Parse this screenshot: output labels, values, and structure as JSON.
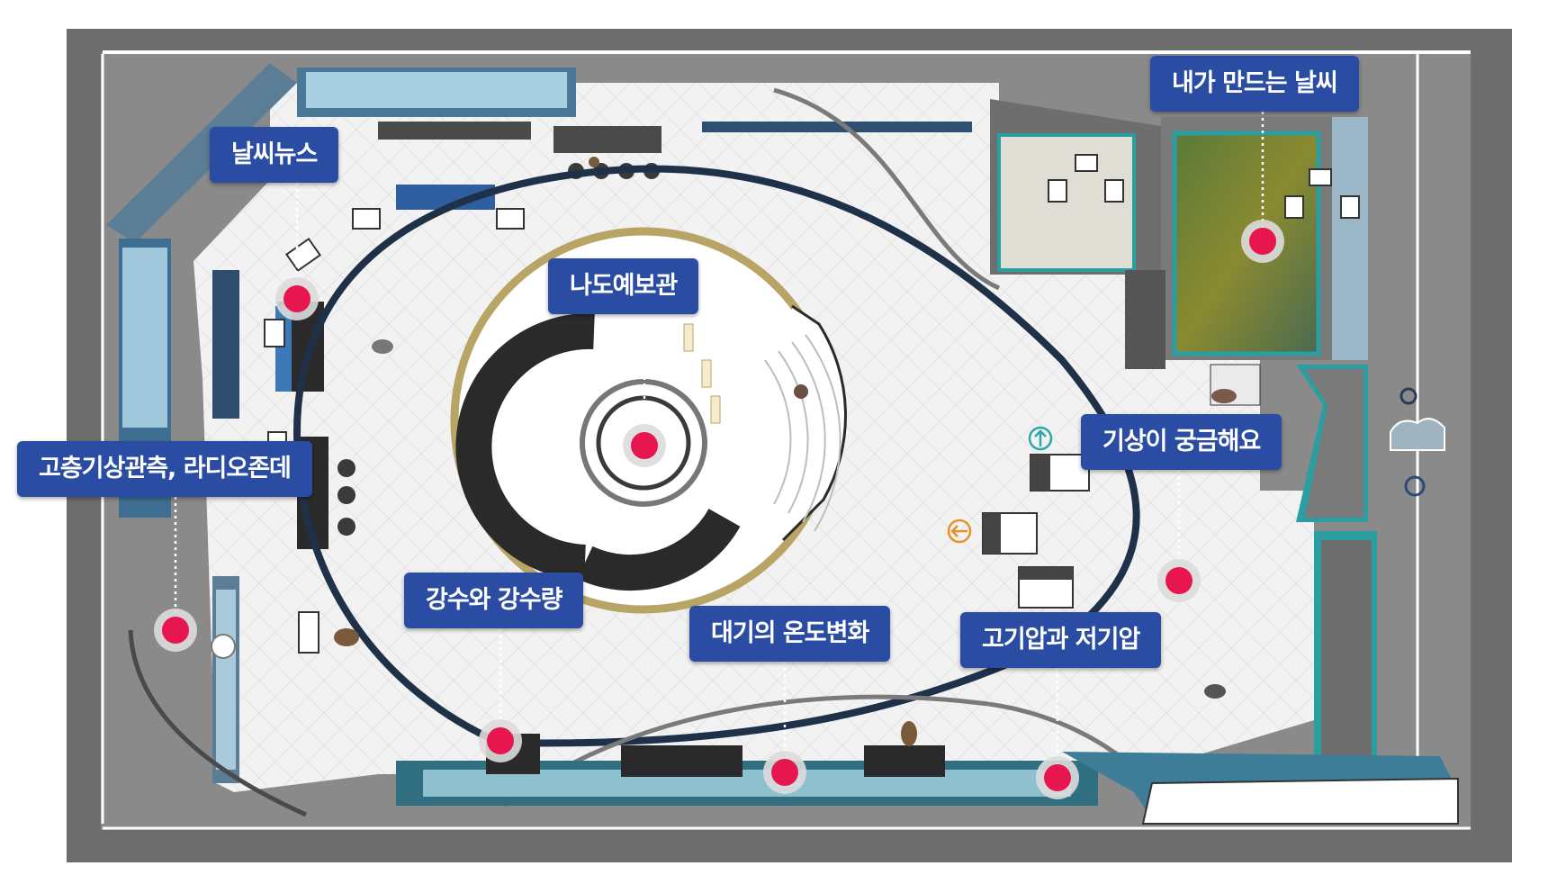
{
  "exhibit_points": [
    {
      "id": "weather-news",
      "label": "날씨뉴스"
    },
    {
      "id": "upper-air-observation",
      "label": "고층기상관측, 라디오존데"
    },
    {
      "id": "forecaster-hall",
      "label": "나도예보관"
    },
    {
      "id": "weather-i-make",
      "label": "내가 만드는 날씨"
    },
    {
      "id": "weather-curious",
      "label": "기상이 궁금해요"
    },
    {
      "id": "precipitation",
      "label": "강수와 강수량"
    },
    {
      "id": "atmosphere-temperature",
      "label": "대기의 온도변화"
    },
    {
      "id": "high-low-pressure",
      "label": "고기압과 저기압"
    }
  ],
  "colors": {
    "label_bg": "#2b4ca3",
    "label_text": "#ffffff",
    "marker": "#e8164f",
    "wall": "#6b6b6b",
    "floor": "#f0f0f0",
    "path_line": "#1e3148",
    "teal_accent": "#2a9ea0"
  },
  "icons": [
    "person-figure-icon",
    "arrow-up-circle-icon",
    "arrow-left-circle-icon",
    "cloud-icon"
  ]
}
